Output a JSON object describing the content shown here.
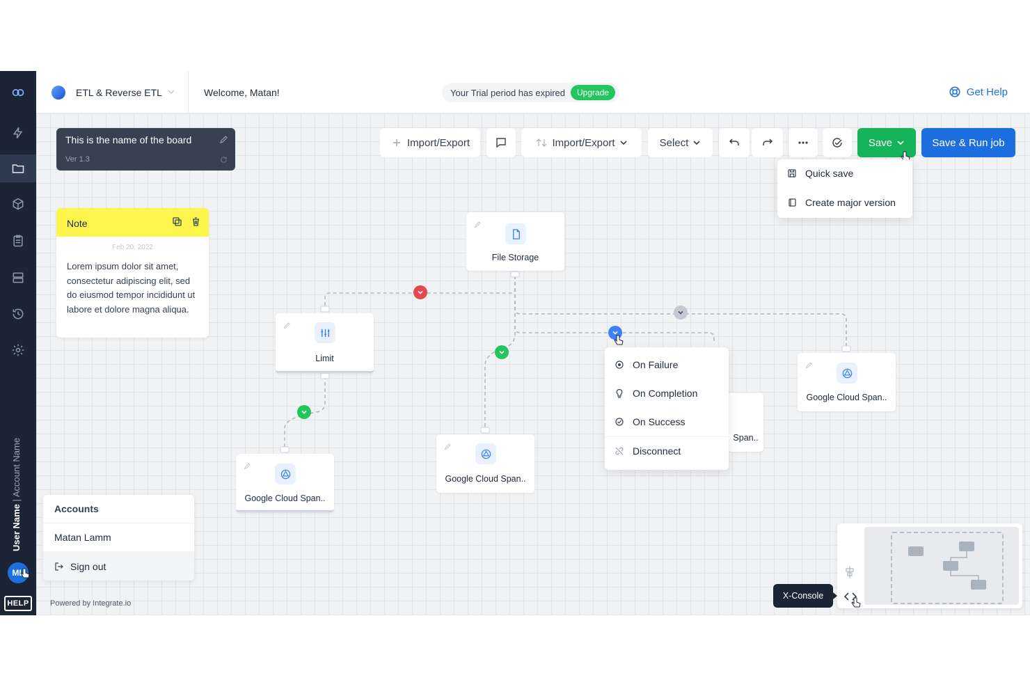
{
  "topbar": {
    "project": "ETL & Reverse ETL",
    "welcome": "Welcome, Matan!",
    "trial_message": "Your Trial period has expired",
    "upgrade_label": "Upgrade",
    "get_help_label": "Get Help"
  },
  "sidebar": {
    "items": [
      "infinity-logo-icon",
      "bolt-icon",
      "folder-icon",
      "cube-icon",
      "clipboard-icon",
      "server-icon",
      "history-icon",
      "gear-icon"
    ],
    "user_name": "User Name",
    "account_name": "Account Name",
    "avatar_initials": "ML",
    "help_label": "HELP"
  },
  "board": {
    "name": "This is the name of the board",
    "version": "Ver 1.3"
  },
  "toolbar": {
    "import_export_1": "Import/Export",
    "import_export_2": "Import/Export",
    "select_label": "Select",
    "save_label": "Save",
    "save_run_label": "Save & Run job"
  },
  "save_menu": {
    "quick_save": "Quick save",
    "create_major_version": "Create major version"
  },
  "note": {
    "title": "Note",
    "date": "Feb 20, 2022",
    "body": "Lorem ipsum dolor sit amet, consectetur adipiscing elit, sed do eiusmod tempor incididunt ut labore et dolore magna aliqua."
  },
  "nodes": {
    "file_storage": "File Storage",
    "limit": "Limit",
    "gcs_1": "Google Cloud Span..",
    "gcs_2": "Google Cloud Span..",
    "gcs_3": "Google Cloud Span..",
    "gcs_partial": "Span.."
  },
  "connection_menu": {
    "on_failure": "On Failure",
    "on_completion": "On Completion",
    "on_success": "On Success",
    "disconnect": "Disconnect"
  },
  "accounts_menu": {
    "header": "Accounts",
    "user": "Matan Lamm",
    "sign_out": "Sign out"
  },
  "footer": {
    "powered_by": "Powered by Integrate.io",
    "x_console": "X-Console"
  },
  "colors": {
    "sidebar_bg": "#1b2536",
    "accent_blue": "#1d6fe0",
    "save_green": "#16b45a",
    "failure_red": "#e5484d",
    "success_green": "#22c55e",
    "note_yellow": "#fdf44c"
  }
}
